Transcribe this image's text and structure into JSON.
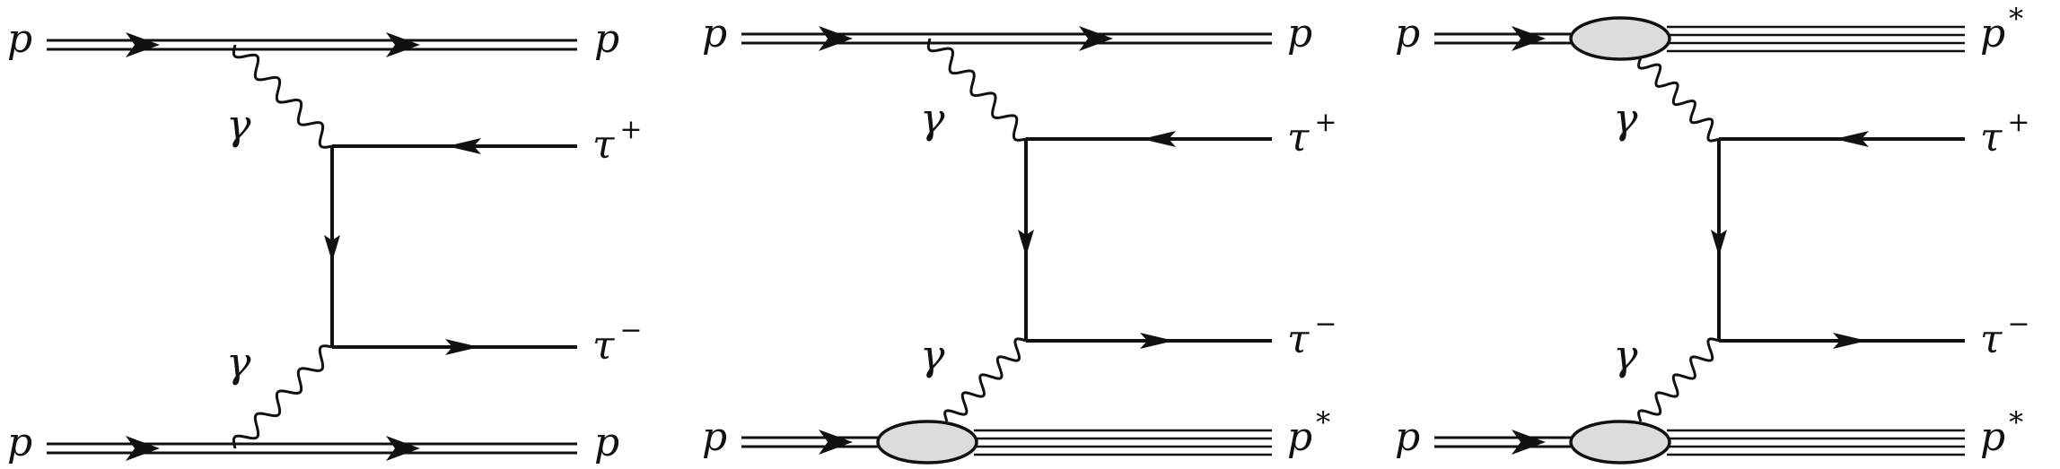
{
  "diagrams": [
    {
      "labels": {
        "in_top": "p",
        "out_top": "p",
        "in_bottom": "p",
        "out_bottom": "p",
        "photon_top": "γ",
        "photon_bottom": "γ",
        "tau_plus": "τ",
        "tau_plus_sign": "+",
        "tau_minus": "τ",
        "tau_minus_sign": "−"
      }
    },
    {
      "labels": {
        "in_top": "p",
        "out_top": "p",
        "in_bottom": "p",
        "out_bottom": "p",
        "out_bottom_star": "*",
        "photon_top": "γ",
        "photon_bottom": "γ",
        "tau_plus": "τ",
        "tau_plus_sign": "+",
        "tau_minus": "τ",
        "tau_minus_sign": "−"
      }
    },
    {
      "labels": {
        "in_top": "p",
        "out_top": "p",
        "out_top_star": "*",
        "in_bottom": "p",
        "out_bottom": "p",
        "out_bottom_star": "*",
        "photon_top": "γ",
        "photon_bottom": "γ",
        "tau_plus": "τ",
        "tau_plus_sign": "+",
        "tau_minus": "τ",
        "tau_minus_sign": "−"
      }
    }
  ],
  "colors": {
    "line": "#111111",
    "blob_fill": "#dcdcdc"
  }
}
